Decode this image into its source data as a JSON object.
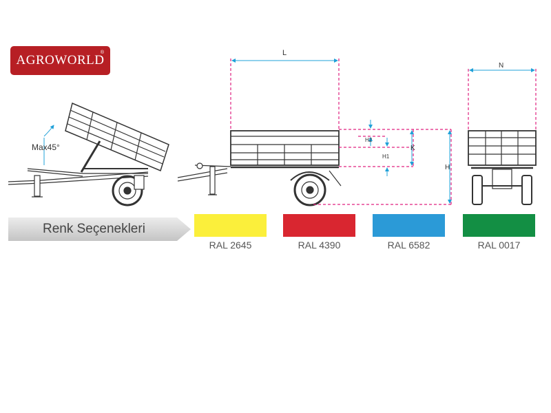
{
  "brand": {
    "logo_text": "AGROWORLD",
    "registered_mark": "®",
    "color": "#b71f24"
  },
  "drawing": {
    "tilt_label": "Max45°",
    "dimension_labels": {
      "L": "L",
      "N": "N",
      "H": "H",
      "K": "K",
      "H1": "H1",
      "H2": "H2"
    },
    "dimension_color": "#e0207f",
    "arrow_color": "#1fa0d8"
  },
  "colors_section": {
    "title": "Renk Seçenekleri",
    "options": [
      {
        "code": "RAL 2645",
        "color": "#fbef3b"
      },
      {
        "code": "RAL 4390",
        "color": "#d92630"
      },
      {
        "code": "RAL 6582",
        "color": "#2b9ad7"
      },
      {
        "code": "RAL 0017",
        "color": "#138f44"
      }
    ]
  }
}
